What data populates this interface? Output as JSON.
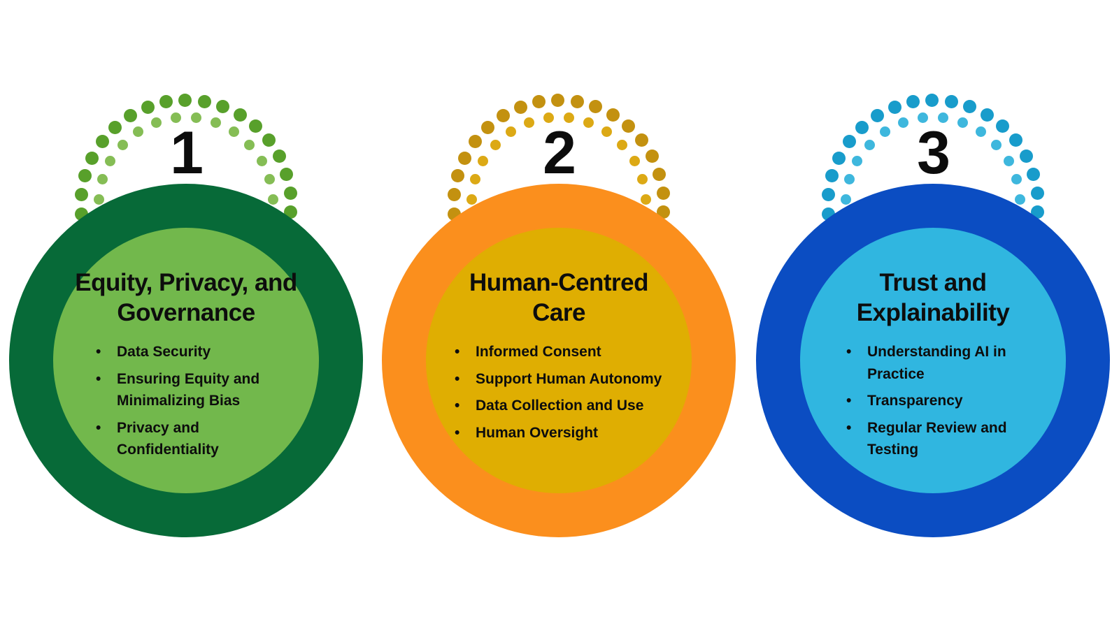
{
  "page": {
    "background": "#ffffff",
    "text_color": "#0d0d0d"
  },
  "circles": [
    {
      "number": "1",
      "title": "Equity, Privacy, and Governance",
      "bullets": [
        "Data Security",
        "Ensuring Equity and Minimalizing Bias",
        "Privacy and Confidentiality"
      ],
      "colors": {
        "ring": "#076A38",
        "fill": "#72B84C",
        "dot_outer": "#58A02B",
        "dot_inner": "#85BD55"
      }
    },
    {
      "number": "2",
      "title": "Human-Centred Care",
      "bullets": [
        "Informed Consent",
        "Support Human Autonomy",
        "Data Collection and Use",
        "Human Oversight"
      ],
      "colors": {
        "ring": "#FB8F1D",
        "fill": "#DFAE02",
        "dot_outer": "#C39110",
        "dot_inner": "#DCA915"
      }
    },
    {
      "number": "3",
      "title": "Trust and Explainability",
      "bullets": [
        "Understanding AI in Practice",
        "Transparency",
        "Regular Review and Testing"
      ],
      "colors": {
        "ring": "#0B4DC2",
        "fill": "#30B6E0",
        "dot_outer": "#189CCB",
        "dot_inner": "#3EB7DD"
      }
    }
  ]
}
